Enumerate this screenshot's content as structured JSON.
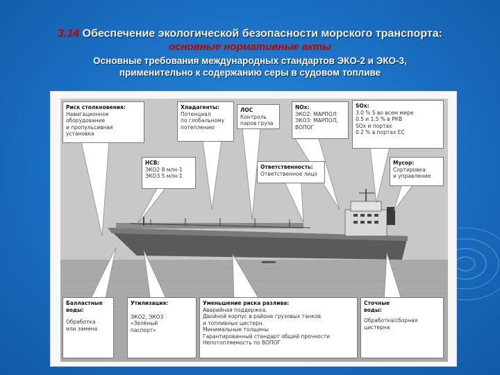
{
  "title": {
    "number": "3.14",
    "text": "Обеспечение экологической безопасности морского транспорта:",
    "subtitle": "основные нормативные акты"
  },
  "description": {
    "line1": "Основные требования международных стандартов ЭКО-2 и ЭКО-3,",
    "line2": "применительно к содержанию серы в судовом топливе"
  },
  "callouts": {
    "collision": {
      "heading": "Риск столкновения:",
      "text": "Навигационное\nоборудование\nи пропульсивная установка"
    },
    "refrigerants": {
      "heading": "Хладагенты:",
      "text": "Потенциал\nпо глобальному\nпотеплению"
    },
    "voc": {
      "heading": "ЛОС",
      "text": "Контроль\nпаров груза"
    },
    "nox": {
      "heading": "NOx:",
      "text": "ЭКО2: МАРПОЛ\nЭКО3: МАРПОЛ,\n      ВОПОГ"
    },
    "sox": {
      "heading": "SOx:",
      "text": "3.0 % S во всем мире\n0.5 и 1.5 % в РКВ\n      SOx и портах\n0.2 % в портах ЕС"
    },
    "hsv": {
      "heading": "НСВ:",
      "text": "ЭКО2   8 млн-1\nЭКО3   5 млн-1"
    },
    "responsibility": {
      "heading": "Ответственность:",
      "text": "Ответственное лицо"
    },
    "garbage": {
      "heading": "Мусор:",
      "text": "Сортировка\nи управление"
    },
    "ballast": {
      "heading": "Балластные\nводы:",
      "text": "Обработка\nили замена"
    },
    "recycling": {
      "heading": "Утилизация:",
      "text": "ЭКО2, ЭКО3\n«Зелёный\nпаспорт»"
    },
    "spill": {
      "heading": "Уменьшение риска разлива:",
      "text": "Аварийная поддержка.\nДвойной корпус в районе грузовых танков\nи топливных цистерн.\nМинимальные толщины\nГарантированный стандарт общей прочности\nНепотопляемость по ВОПОГ"
    },
    "sewage": {
      "heading": "Сточные\nводы:",
      "text": "Обработка/сборная\nцистерна"
    }
  },
  "colors": {
    "background": "#1a6fc2",
    "accent_red": "#c00000",
    "panel": "#c9c9c9"
  }
}
